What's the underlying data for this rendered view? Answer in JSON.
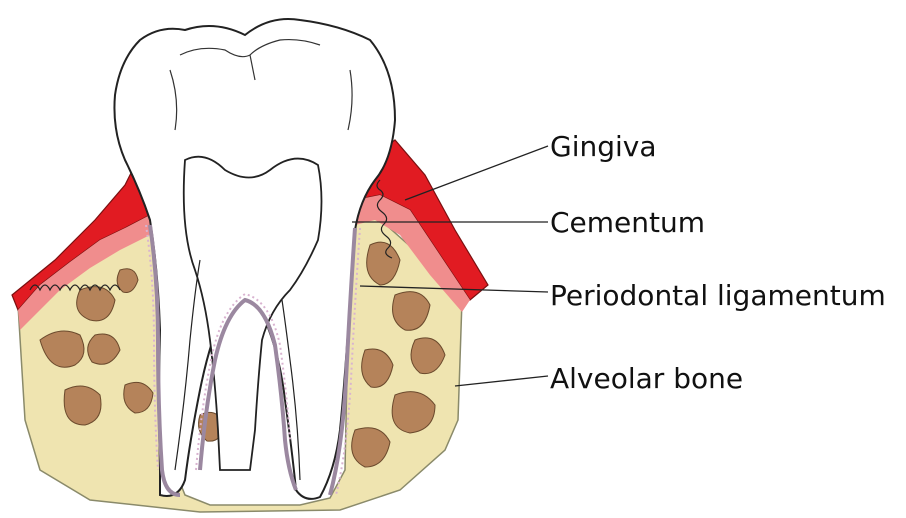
{
  "labels": {
    "gingiva": "Gingiva",
    "cementum": "Cementum",
    "periodontal_ligamentum": "Periodontal ligamentum",
    "alveolar_bone": "Alveolar bone"
  },
  "colors": {
    "gingiva_outer": "#e11b22",
    "gingiva_inner": "#f08d8d",
    "bone": "#efe4b0",
    "bone_spots": "#b5835a",
    "tooth": "#ffffff",
    "outline": "#222222",
    "ligament": "#c9a7c9"
  }
}
